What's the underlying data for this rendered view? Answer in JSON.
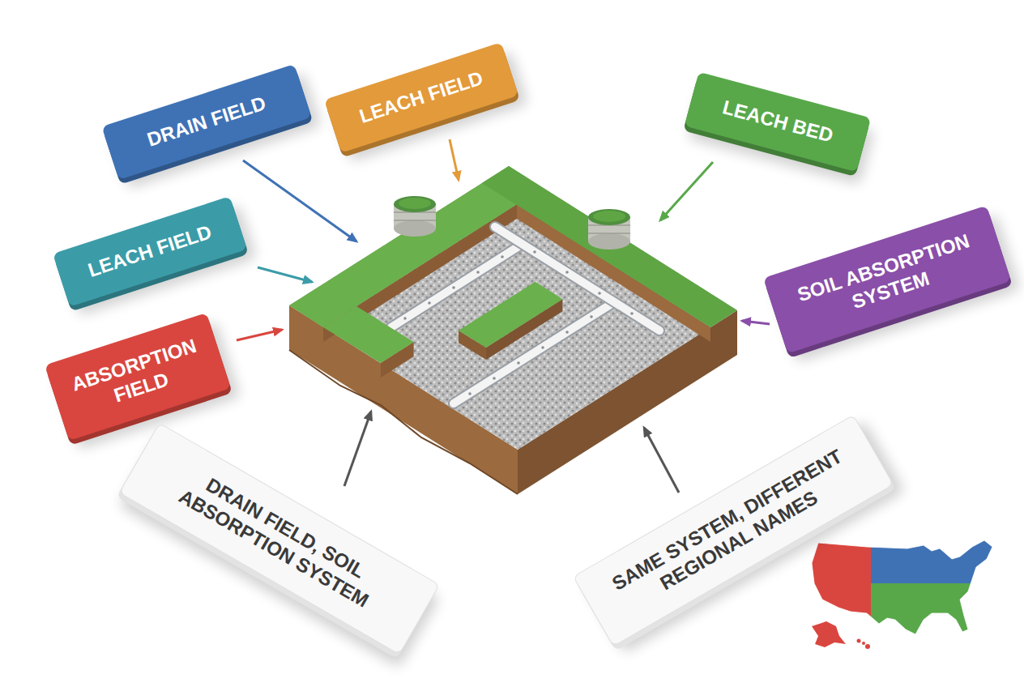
{
  "diagram": {
    "nodes": [
      {
        "text": [
          "DRAIN FIELD"
        ]
      },
      {
        "text": [
          "LEACH FIELD"
        ]
      },
      {
        "text": [
          "LEACH BED"
        ]
      },
      {
        "text": [
          "LEACH FIELD"
        ]
      },
      {
        "text": [
          "SOIL ABSORPTION SYSTEM"
        ]
      },
      {
        "text": [
          "ABSORPTION FIELD"
        ]
      },
      {
        "text": [
          "DRAIN FIELD, SOIL ABSORPTION SYSTEM"
        ]
      },
      {
        "text": [
          "SAME SYSTEM, DIFFERENT REGIONAL NAMES"
        ]
      }
    ]
  }
}
